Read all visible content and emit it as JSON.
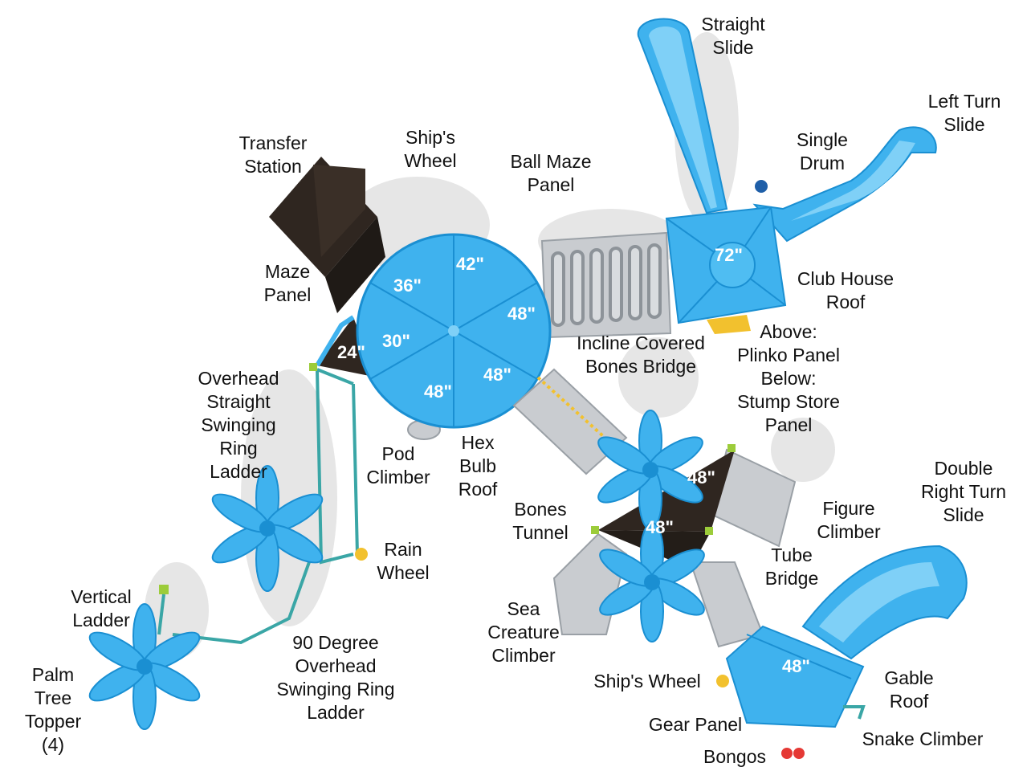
{
  "colors": {
    "blue": "#3fb2ee",
    "blue_dark": "#1a8fd2",
    "blue_light": "#7fd0f7",
    "deck": "#2f2620",
    "gray": "#c9ccd0",
    "gray_dark": "#9aa0a6",
    "teal": "#3aa6a6",
    "yellow": "#f2c12e",
    "green": "#9ccc3a",
    "red": "#e53935",
    "shadow": "#e4e4e4"
  },
  "labels": {
    "straight_slide": [
      "Straight",
      "Slide"
    ],
    "left_turn_slide": [
      "Left Turn",
      "Slide"
    ],
    "single_drum": [
      "Single",
      "Drum"
    ],
    "transfer_station": [
      "Transfer",
      "Station"
    ],
    "ships_wheel_top": [
      "Ship's",
      "Wheel"
    ],
    "ball_maze_panel": [
      "Ball Maze",
      "Panel"
    ],
    "maze_panel": [
      "Maze",
      "Panel"
    ],
    "club_house_roof": [
      "Club House",
      "Roof"
    ],
    "incline_bridge": [
      "Incline Covered",
      "Bones Bridge"
    ],
    "plinko": [
      "Above:",
      "Plinko Panel",
      "Below:",
      "Stump Store",
      "Panel"
    ],
    "overhead_ladder": [
      "Overhead",
      "Straight",
      "Swinging",
      "Ring",
      "Ladder"
    ],
    "pod_climber": [
      "Pod",
      "Climber"
    ],
    "hex_bulb_roof": [
      "Hex",
      "Bulb",
      "Roof"
    ],
    "double_right_slide": [
      "Double",
      "Right Turn",
      "Slide"
    ],
    "bones_tunnel": [
      "Bones",
      "Tunnel"
    ],
    "figure_climber": [
      "Figure",
      "Climber"
    ],
    "rain_wheel": [
      "Rain",
      "Wheel"
    ],
    "tube_bridge": [
      "Tube",
      "Bridge"
    ],
    "vertical_ladder": [
      "Vertical",
      "Ladder"
    ],
    "sea_creature": [
      "Sea",
      "Creature",
      "Climber"
    ],
    "ninety_degree": [
      "90 Degree",
      "Overhead",
      "Swinging Ring",
      "Ladder"
    ],
    "palm_tree": [
      "Palm",
      "Tree",
      "Topper",
      "(4)"
    ],
    "ships_wheel_bottom": [
      "Ship's Wheel"
    ],
    "gable_roof": [
      "Gable",
      "Roof"
    ],
    "gear_panel": [
      "Gear Panel"
    ],
    "snake_climber": [
      "Snake Climber"
    ],
    "bongos": [
      "Bongos"
    ]
  },
  "dims": {
    "d72": "72\"",
    "d42": "42\"",
    "d36": "36\"",
    "d48a": "48\"",
    "d30": "30\"",
    "d48b": "48\"",
    "d48c": "48\"",
    "d24": "24\"",
    "d48d": "48\"",
    "d48e": "48\"",
    "d48f": "48\""
  }
}
